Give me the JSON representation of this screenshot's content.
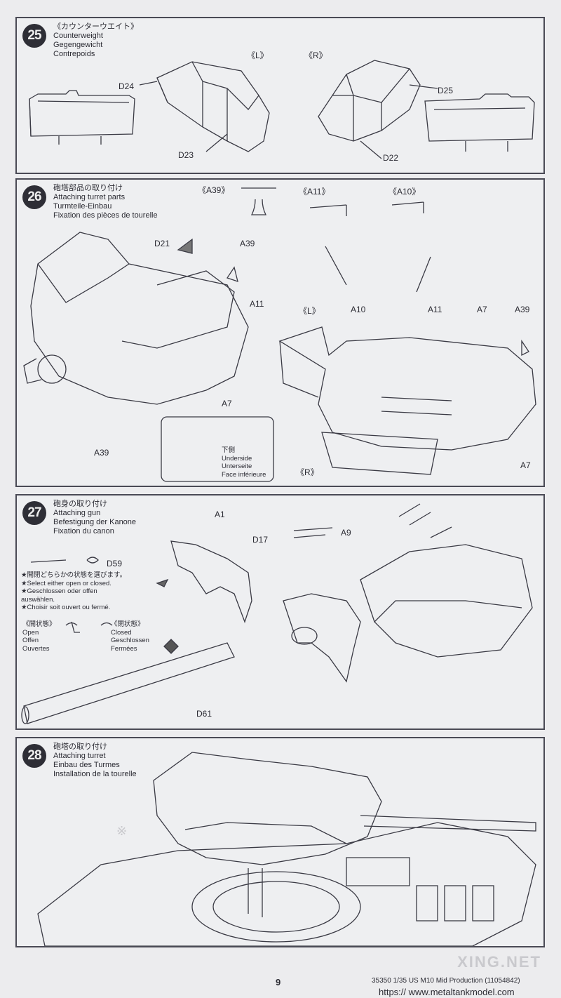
{
  "steps": [
    {
      "number": "25",
      "title_jp": "《カウンターウエイト》",
      "title_en": "Counterweight",
      "title_de": "Gegengewicht",
      "title_fr": "Contrepoids",
      "labels": {
        "left_marker": "《L》",
        "right_marker": "《R》",
        "d24": "D24",
        "d23": "D23",
        "d25": "D25",
        "d22": "D22"
      }
    },
    {
      "number": "26",
      "title_jp": "砲塔部品の取り付け",
      "title_en": "Attaching turret parts",
      "title_de": "Turmteile-Einbau",
      "title_fr": "Fixation des pièces de tourelle",
      "labels": {
        "a39_marker": "《A39》",
        "a11_marker": "《A11》",
        "a10_marker": "《A10》",
        "d21": "D21",
        "a39_top": "A39",
        "a11_left": "A11",
        "a7_left": "A7",
        "a39_bottom": "A39",
        "l_marker": "《L》",
        "a10": "A10",
        "a11_right": "A11",
        "a7_top_right": "A7",
        "a39_right": "A39",
        "a7_bottom_right": "A7",
        "r_marker": "《R》"
      },
      "inset": {
        "jp": "下側",
        "en": "Underside",
        "de": "Unterseite",
        "fr": "Face inférieure"
      }
    },
    {
      "number": "27",
      "title_jp": "砲身の取り付け",
      "title_en": "Attaching gun",
      "title_de": "Befestigung der Kanone",
      "title_fr": "Fixation du canon",
      "labels": {
        "a1": "A1",
        "d17": "D17",
        "d59": "D59",
        "a9": "A9",
        "d61": "D61"
      },
      "notes": [
        "★開閉どちらかの状態を選びます。",
        "★Select either open or closed.",
        "★Geschlossen oder offen",
        "auswählen.",
        "★Choisir soit ouvert ou fermé."
      ],
      "open_state": {
        "jp": "《開状態》",
        "en": "Open",
        "de": "Offen",
        "fr": "Ouvertes"
      },
      "closed_state": {
        "jp": "《閉状態》",
        "en": "Closed",
        "de": "Geschlossen",
        "fr": "Fermées"
      }
    },
    {
      "number": "28",
      "title_jp": "砲塔の取り付け",
      "title_en": "Attaching turret",
      "title_de": "Einbau des Turmes",
      "title_fr": "Installation de la tourelle",
      "labels": {
        "mark": "※"
      }
    }
  ],
  "footer": {
    "page_number": "9",
    "kit_info": "35350  1/35 US M10 Mid Production (11054842)",
    "url": "https://  www.metaltankmodel.com"
  },
  "watermark": "XING.NET"
}
